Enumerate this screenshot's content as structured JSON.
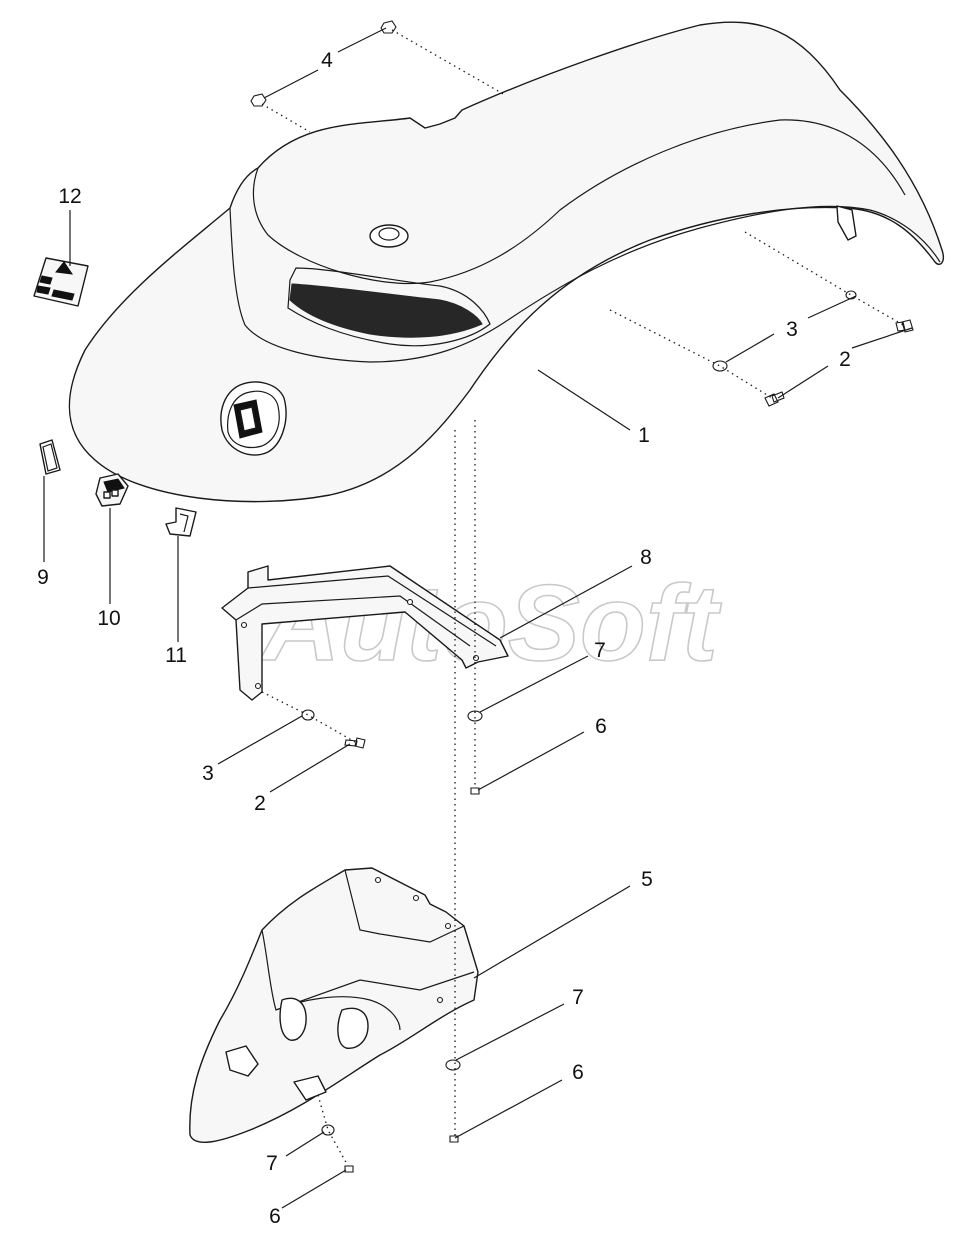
{
  "watermark": "AutoSoft",
  "callouts": {
    "c1": "1",
    "c2a": "2",
    "c2b": "2",
    "c3a": "3",
    "c3b": "3",
    "c4": "4",
    "c5": "5",
    "c6a": "6",
    "c6b": "6",
    "c6c": "6",
    "c7a": "7",
    "c7b": "7",
    "c7c": "7",
    "c8": "8",
    "c9": "9",
    "c10": "10",
    "c11": "11",
    "c12": "12"
  }
}
